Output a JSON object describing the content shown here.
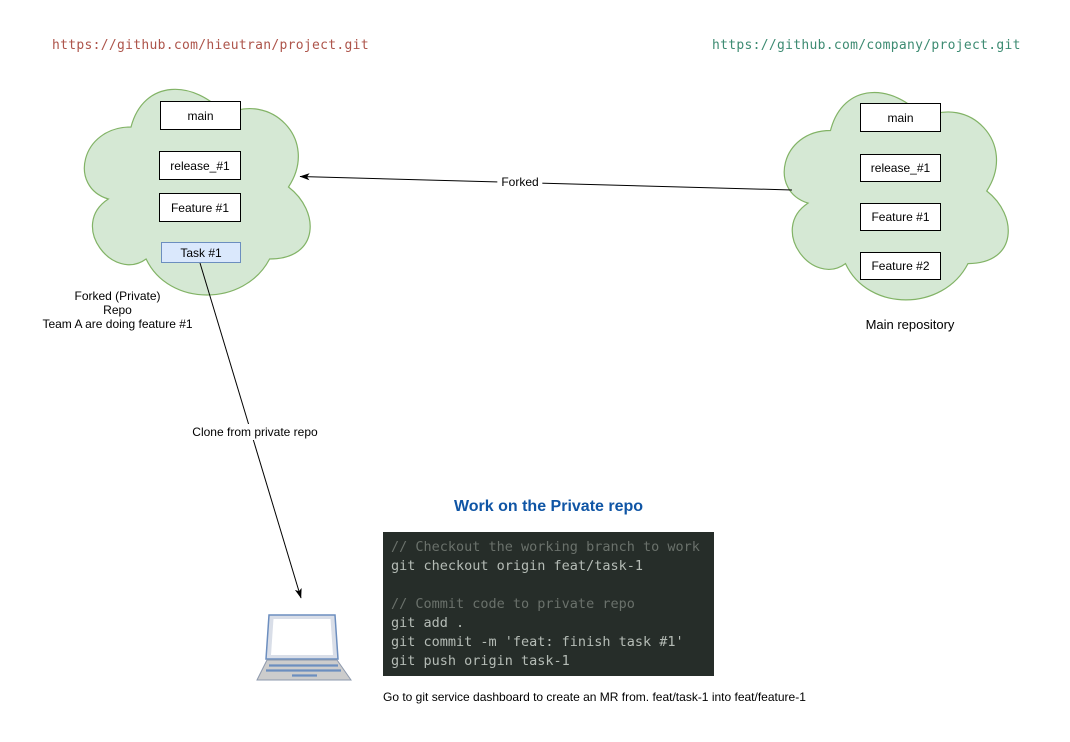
{
  "repos": {
    "private": {
      "url": "https://github.com/hieutran/project.git",
      "branches": [
        "main",
        "release_#1",
        "Feature #1"
      ],
      "task_branch": "Task #1",
      "caption_line1": "Forked (Private)",
      "caption_line2": "Repo",
      "caption_line3": "Team A are doing feature #1"
    },
    "main": {
      "url": "https://github.com/company/project.git",
      "branches": [
        "main",
        "release_#1",
        "Feature #1",
        "Feature #2"
      ],
      "caption": "Main repository"
    }
  },
  "arrows": {
    "forked_label": "Forked",
    "clone_label": "Clone from private repo"
  },
  "section": {
    "heading": "Work on the Private repo",
    "footnote": "Go to git service dashboard to create an MR from. feat/task-1 into feat/feature-1"
  },
  "code": {
    "lines": [
      {
        "type": "comment",
        "text": "// Checkout the working branch to work"
      },
      {
        "type": "command",
        "text": "git checkout origin feat/task-1"
      },
      {
        "type": "blank",
        "text": ""
      },
      {
        "type": "comment",
        "text": "// Commit code to private repo"
      },
      {
        "type": "command",
        "text": "git add ."
      },
      {
        "type": "command",
        "text": "git commit -m 'feat: finish task #1'"
      },
      {
        "type": "command",
        "text": "git push origin task-1"
      }
    ]
  },
  "icons": {
    "laptop": "laptop-icon"
  },
  "colors": {
    "private_url": "#ad544a",
    "main_url": "#3d8b72",
    "cloud_fill": "#d5e8d4",
    "cloud_stroke": "#82b366",
    "task_fill": "#dae8fc",
    "task_stroke": "#6c8ebf",
    "heading": "#0f55a5",
    "code_background": "#262d29",
    "code_comment": "#6a716b",
    "code_command": "#b5bcb6"
  }
}
